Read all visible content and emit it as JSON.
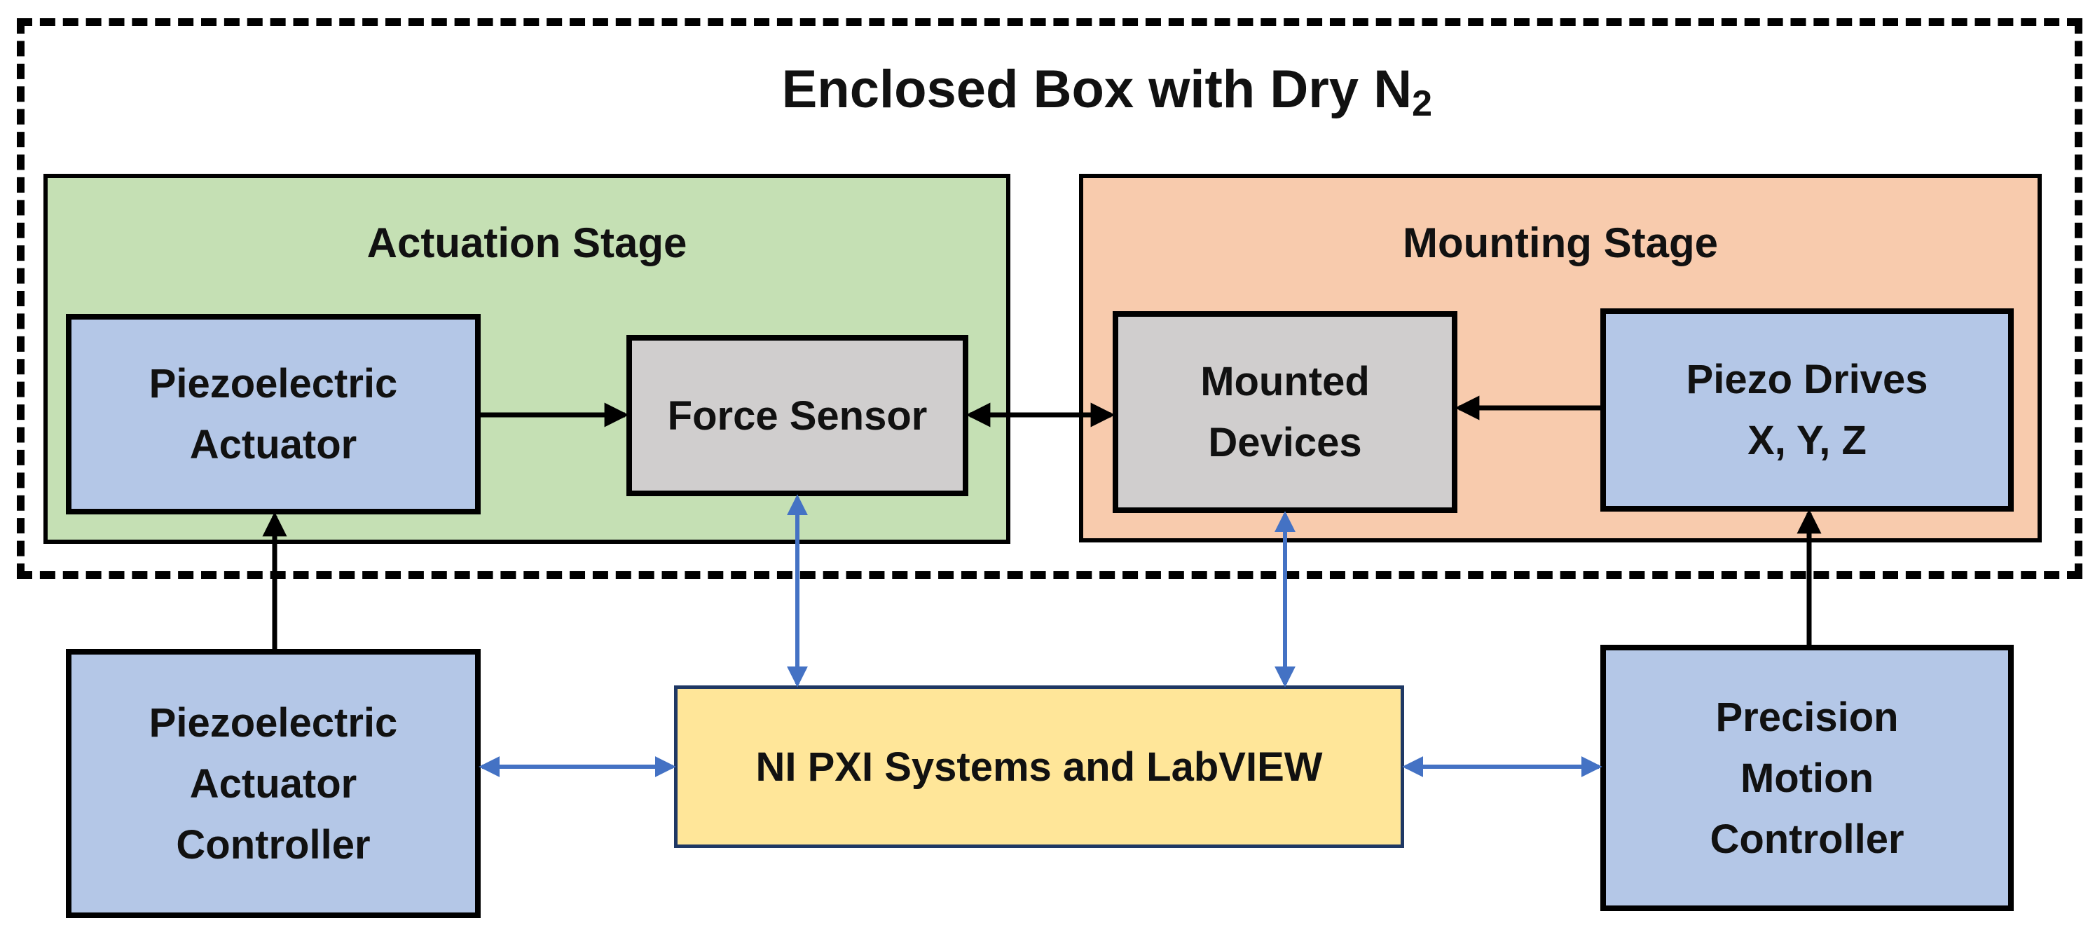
{
  "enclosure": {
    "title_main": "Enclosed Box with Dry N",
    "title_sub": "2"
  },
  "actuation_stage": {
    "title": "Actuation Stage",
    "piezo_actuator": "Piezoelectric\nActuator",
    "force_sensor": "Force Sensor"
  },
  "mounting_stage": {
    "title": "Mounting Stage",
    "mounted_devices": "Mounted\nDevices",
    "piezo_drives": "Piezo Drives\nX, Y, Z"
  },
  "controllers": {
    "actuator_controller": "Piezoelectric\nActuator\nController",
    "ni_pxi": "NI PXI Systems and LabVIEW",
    "motion_controller": "Precision\nMotion\nController"
  },
  "colors": {
    "actuation_stage_bg": "#c5e0b4",
    "mounting_stage_bg": "#f8cbad",
    "component_blue": "#b4c7e7",
    "component_gray": "#d0cece",
    "ni_yellow": "#ffe699",
    "signal_arrow": "#4472c4",
    "mechanical_arrow": "#000000"
  }
}
